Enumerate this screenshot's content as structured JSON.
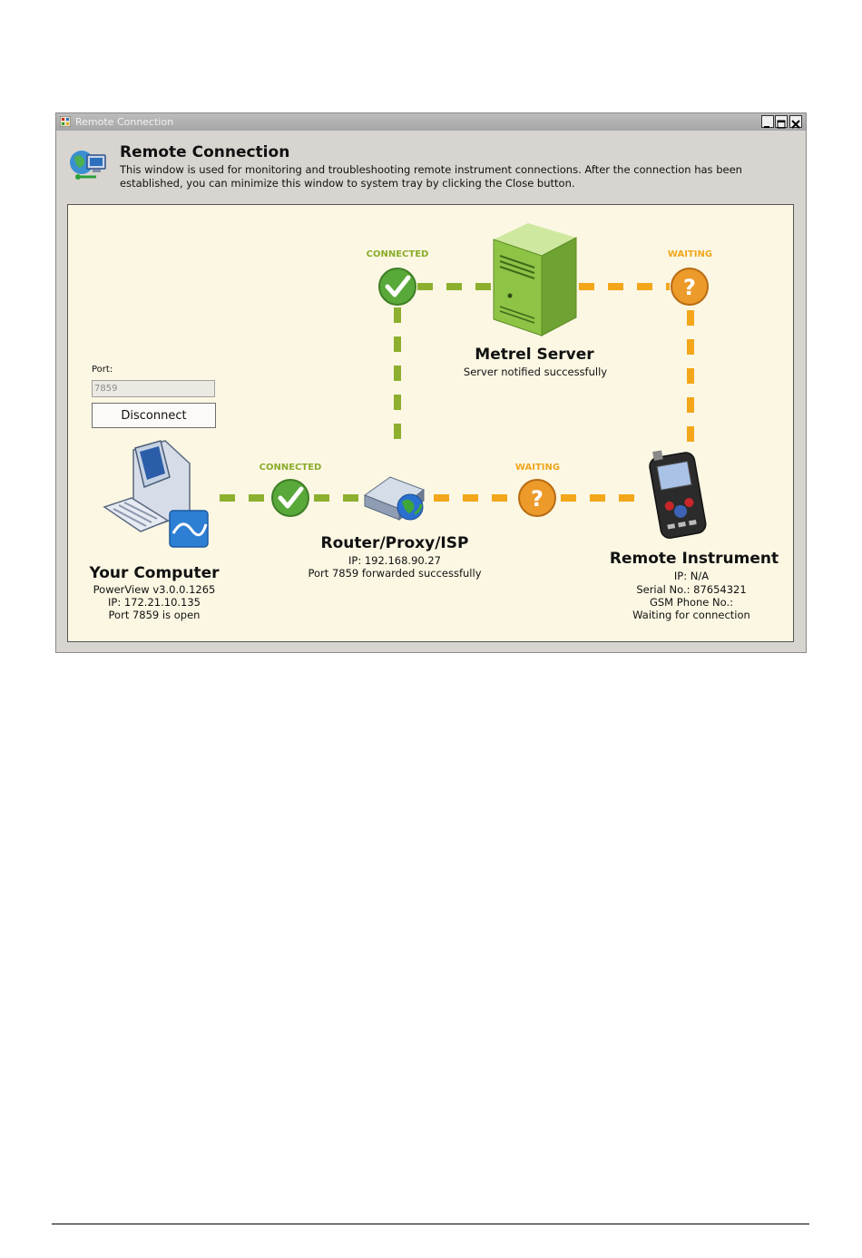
{
  "window": {
    "title": "Remote Connection",
    "heading": "Remote Connection",
    "description": "This window is used for monitoring and troubleshooting remote instrument connections. After the connection has been established, you can minimize this window to system tray by clicking the Close button.",
    "controls": {
      "minimize": "_",
      "maximize": "□",
      "close": "×"
    }
  },
  "port": {
    "label": "Port:",
    "value": "7859",
    "disconnect_label": "Disconnect"
  },
  "links": {
    "computer_router": {
      "status": "CONNECTED",
      "state": "connected"
    },
    "router_server": {
      "status": "CONNECTED",
      "state": "connected"
    },
    "server_instrument": {
      "status": "WAITING",
      "state": "waiting"
    },
    "router_instrument": {
      "status": "WAITING",
      "state": "waiting"
    }
  },
  "nodes": {
    "computer": {
      "title": "Your Computer",
      "line1": "PowerView v3.0.0.1265",
      "line2": "IP: 172.21.10.135",
      "line3": "Port 7859 is open"
    },
    "router": {
      "title": "Router/Proxy/ISP",
      "line1": "IP: 192.168.90.27",
      "line2": "Port 7859 forwarded successfully"
    },
    "server": {
      "title": "Metrel Server",
      "line1": "Server notified successfully"
    },
    "instrument": {
      "title": "Remote Instrument",
      "line1": "IP: N/A",
      "line2": "Serial No.: 87654321",
      "line3": "GSM Phone No.:",
      "line4": "Waiting for connection"
    }
  },
  "colors": {
    "connected": "#8cb02e",
    "waiting": "#f3a61a",
    "panel_bg": "#fcf7e3",
    "window_bg": "#d8d5d0"
  },
  "icons": [
    "app-icon",
    "network-icon",
    "server-icon",
    "router-icon",
    "computer-icon",
    "instrument-icon",
    "check-icon",
    "question-icon"
  ]
}
